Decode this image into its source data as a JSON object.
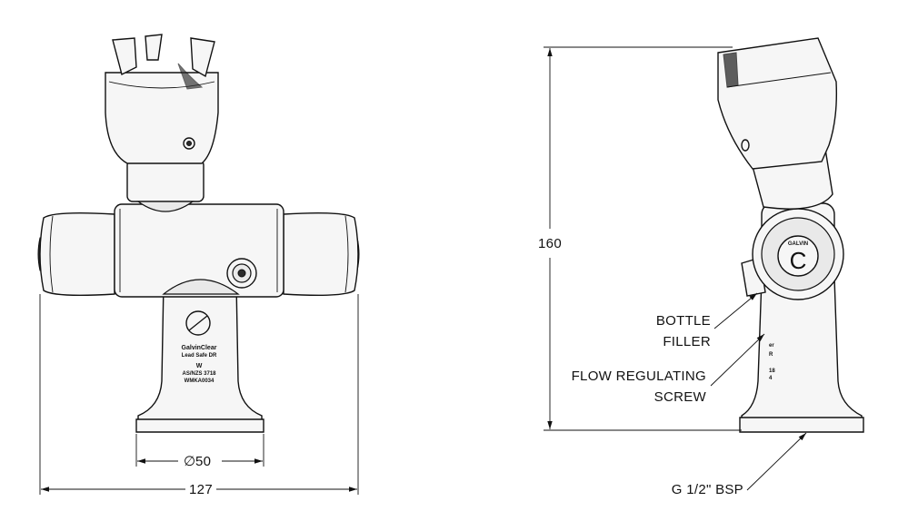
{
  "dimensions": {
    "overall_width": "127",
    "base_diameter_symbol": "∅",
    "base_diameter": "50",
    "overall_height": "160"
  },
  "callouts": {
    "bottle_filler_line1": "BOTTLE",
    "bottle_filler_line2": "FILLER",
    "flow_screw_line1": "FLOW REGULATING",
    "flow_screw_line2": "SCREW",
    "thread": "G 1/2\" BSP"
  },
  "front_markings": {
    "brand": "GalvinClear",
    "subtitle": "Lead Safe DR",
    "logo": "W",
    "standard": "AS/NZS 3718",
    "approval": "WMKA0034"
  },
  "side_markings": {
    "badge": "GALVIN",
    "badge_logo": "C"
  }
}
